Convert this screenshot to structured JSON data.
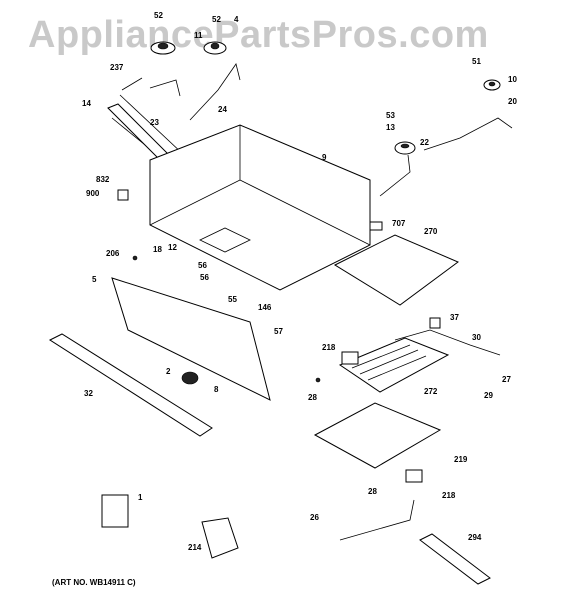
{
  "watermark": "AppliancePartsPros.com",
  "art_number": "(ART NO. WB14911 C)",
  "callouts": [
    {
      "id": "c52a",
      "text": "52"
    },
    {
      "id": "c52b",
      "text": "52"
    },
    {
      "id": "c4",
      "text": "4"
    },
    {
      "id": "c11",
      "text": "11"
    },
    {
      "id": "c237",
      "text": "237"
    },
    {
      "id": "c14",
      "text": "14"
    },
    {
      "id": "c23",
      "text": "23"
    },
    {
      "id": "c24",
      "text": "24"
    },
    {
      "id": "c51",
      "text": "51"
    },
    {
      "id": "c10",
      "text": "10"
    },
    {
      "id": "c20",
      "text": "20"
    },
    {
      "id": "c53",
      "text": "53"
    },
    {
      "id": "c13",
      "text": "13"
    },
    {
      "id": "c22",
      "text": "22"
    },
    {
      "id": "c9",
      "text": "9"
    },
    {
      "id": "c832",
      "text": "832"
    },
    {
      "id": "c900",
      "text": "900"
    },
    {
      "id": "c707",
      "text": "707"
    },
    {
      "id": "c270",
      "text": "270"
    },
    {
      "id": "c206",
      "text": "206"
    },
    {
      "id": "c18",
      "text": "18"
    },
    {
      "id": "c12",
      "text": "12"
    },
    {
      "id": "c56a",
      "text": "56"
    },
    {
      "id": "c56b",
      "text": "56"
    },
    {
      "id": "c5",
      "text": "5"
    },
    {
      "id": "c55",
      "text": "55"
    },
    {
      "id": "c146",
      "text": "146"
    },
    {
      "id": "c57",
      "text": "57"
    },
    {
      "id": "c37",
      "text": "37"
    },
    {
      "id": "c30",
      "text": "30"
    },
    {
      "id": "c218a",
      "text": "218"
    },
    {
      "id": "c27",
      "text": "27"
    },
    {
      "id": "c2",
      "text": "2"
    },
    {
      "id": "c8",
      "text": "8"
    },
    {
      "id": "c32",
      "text": "32"
    },
    {
      "id": "c28a",
      "text": "28"
    },
    {
      "id": "c272",
      "text": "272"
    },
    {
      "id": "c29",
      "text": "29"
    },
    {
      "id": "c219",
      "text": "219"
    },
    {
      "id": "c1",
      "text": "1"
    },
    {
      "id": "c28b",
      "text": "28"
    },
    {
      "id": "c218b",
      "text": "218"
    },
    {
      "id": "c26",
      "text": "26"
    },
    {
      "id": "c294",
      "text": "294"
    },
    {
      "id": "c214",
      "text": "214"
    }
  ]
}
